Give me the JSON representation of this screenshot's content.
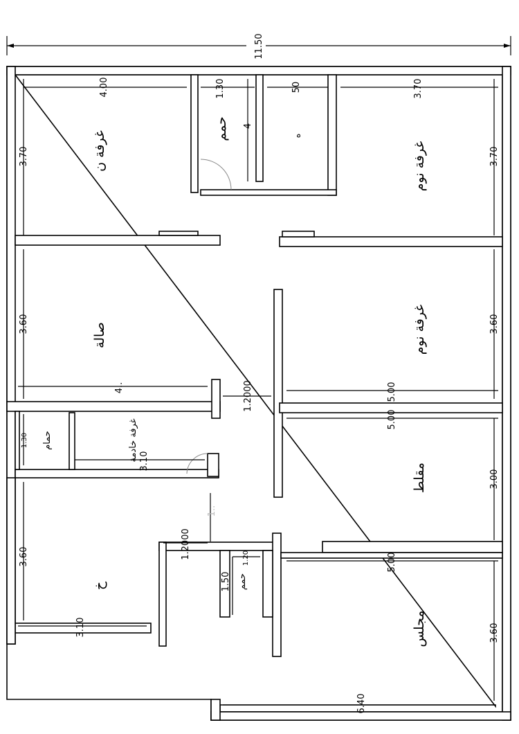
{
  "overall": {
    "width_label": "11.50"
  },
  "rooms": {
    "bedroom_top_left": {
      "label": "غرفة ن",
      "width": "4.00",
      "length": "3.70"
    },
    "bath_top": {
      "label": "حمم",
      "width": "1.30",
      "small": "4"
    },
    "closet_top": {
      "width": "50",
      "mark": "ه"
    },
    "bedroom_top_right": {
      "label": "غرفة نوم",
      "width": "3.70",
      "length": "3.70"
    },
    "hall": {
      "label": "صالة",
      "length": "3.60",
      "width": "4.."
    },
    "bedroom_mid_right": {
      "label": "غرفة نوم",
      "length": "3.60",
      "width": "5.00"
    },
    "corridor": {
      "width": "1.2000"
    },
    "bath_left": {
      "label": "حمام",
      "width": "1.30"
    },
    "maid_room": {
      "label": "غرفة خادمة",
      "width": "3.10"
    },
    "kitchen": {
      "label": "خ",
      "length": "3.60",
      "width": "3.10"
    },
    "corridor_lower": {
      "width": "1.2000",
      "faint": "1.."
    },
    "bath_small": {
      "label": "حمم",
      "width": "1.20",
      "length": "1.50"
    },
    "seating": {
      "label": "مقلط",
      "width": "5.00",
      "length": "3.00"
    },
    "majlis": {
      "label": "مجلس",
      "width": "5.00",
      "length": "3.60",
      "outer": "6.40"
    }
  }
}
